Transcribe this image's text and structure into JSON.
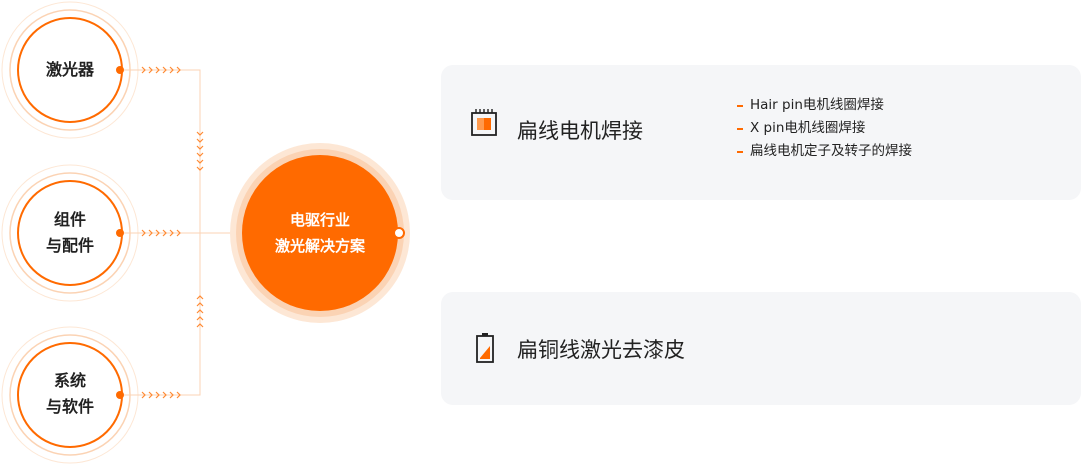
{
  "left_nodes": [
    {
      "label_lines": [
        "激光器"
      ]
    },
    {
      "label_lines": [
        "组件",
        "与配件"
      ]
    },
    {
      "label_lines": [
        "系统",
        "与软件"
      ]
    }
  ],
  "center": {
    "label_lines": [
      "电驱行业",
      "激光解决方案"
    ]
  },
  "cards": [
    {
      "title": "扁线电机焊接",
      "icon": "chip-icon",
      "bullets": [
        "Hair pin电机线圈焊接",
        "X pin电机线圈焊接",
        "扁线电机定子及转子的焊接"
      ]
    },
    {
      "title": "扁铜线激光去漆皮",
      "icon": "battery-icon",
      "bullets": []
    }
  ],
  "colors": {
    "accent": "#ff6a00",
    "ring_light": "#fbd3b4",
    "card_bg": "#f5f6f8"
  }
}
